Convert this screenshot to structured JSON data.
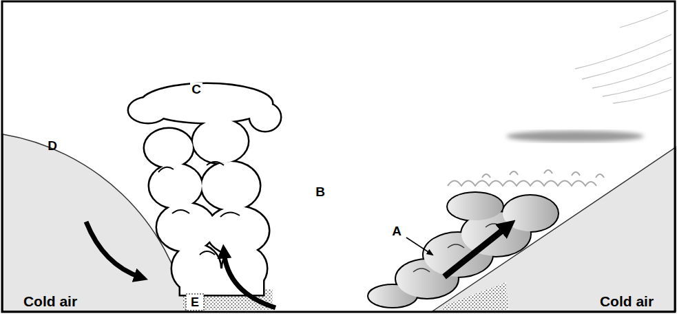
{
  "diagram": {
    "labels": [
      "C",
      "D",
      "B",
      "A",
      "E",
      "Cold air",
      "Cold air"
    ]
  }
}
